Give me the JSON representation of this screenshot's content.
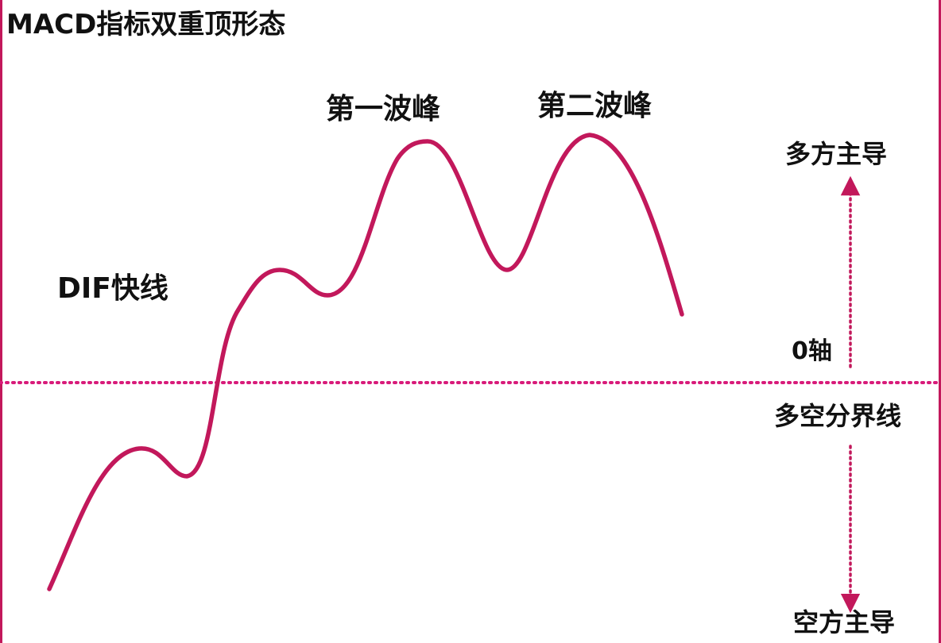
{
  "title": "MACD指标双重顶形态",
  "labels": {
    "peak_one": "第一波峰",
    "peak_two": "第二波峰",
    "dif_line": "DIF快线",
    "bull_dominant": "多方主导",
    "zero_axis": "0轴",
    "bull_bear_divider": "多空分界线",
    "bear_dominant": "空方主导"
  },
  "colors": {
    "curve": "#c2185b",
    "zero_line": "#d81b7a",
    "arrow": "#c2185b",
    "text": "#111111",
    "background": "#ffffff"
  }
}
